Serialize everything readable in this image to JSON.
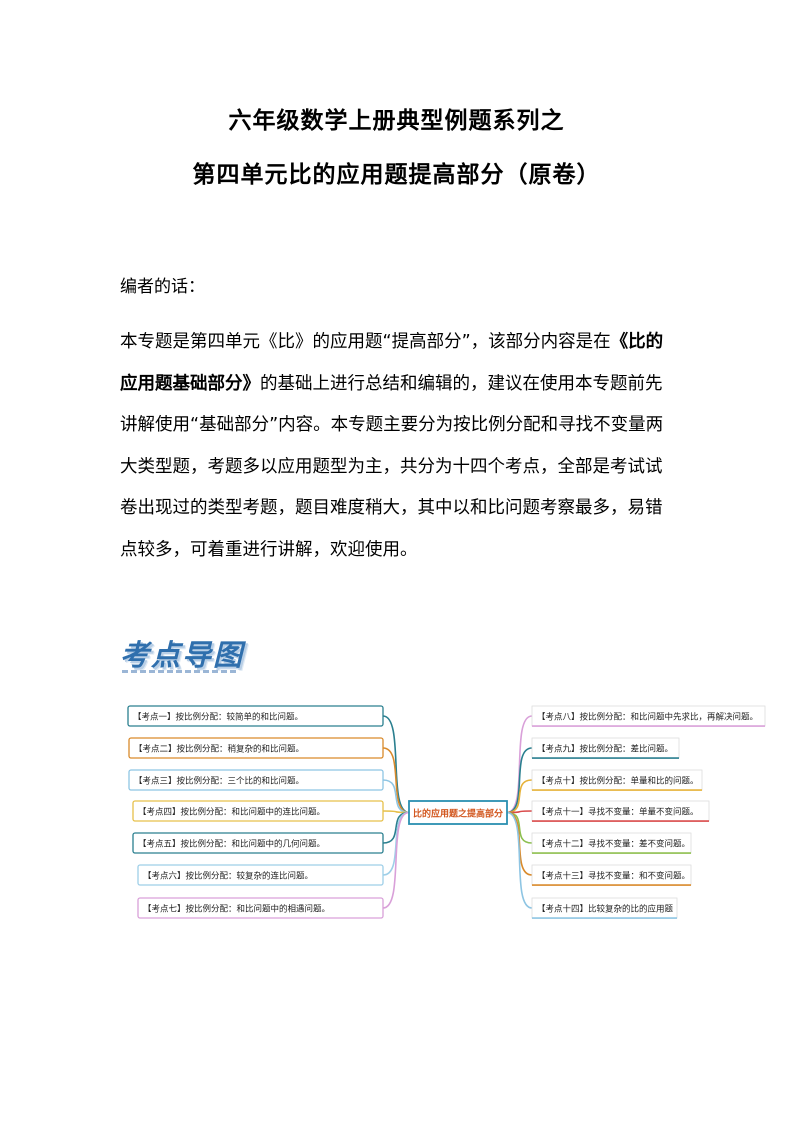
{
  "title_line1": "六年级数学上册典型例题系列之",
  "title_line2": "第四单元比的应用题提高部分（原卷）",
  "preface_label": "编者的话：",
  "preface": {
    "p1": "本专题是第四单元《比》的应用题“提高部分”，该部分内容是在",
    "p2_bold": "《比的应用题基础部分》",
    "p3": "的基础上进行总结和编辑的，建议在使用本专题前先讲解使用“基础部分”内容。本专题主要分为按比例分配和寻找不变量两大类型题，考题多以应用题型为主，共分为十四个考点，全部是考试试卷出现过的类型考题，题目难度稍大，其中以和比问题考察最多，易错点较多，可着重进行讲解，欢迎使用。"
  },
  "mind_map": {
    "heading": "考点导图",
    "center": {
      "label": "比的应用题之提高部分",
      "color": "#2a8fb0"
    },
    "left_nodes": [
      {
        "label": "【考点一】按比例分配：较简单的和比问题。",
        "color": "#2a7f8f"
      },
      {
        "label": "【考点二】按比例分配：稍复杂的和比问题。",
        "color": "#d98a2b"
      },
      {
        "label": "【考点三】按比例分配：三个比的和比问题。",
        "color": "#8ec5e3"
      },
      {
        "label": "【考点四】按比例分配：和比问题中的连比问题。",
        "color": "#e6c04a"
      },
      {
        "label": "【考点五】按比例分配：和比问题中的几何问题。",
        "color": "#2a7f8f"
      },
      {
        "label": "【考点六】按比例分配：较复杂的连比问题。",
        "color": "#9ecfe8"
      },
      {
        "label": "【考点七】按比例分配：和比问题中的相遇问题。",
        "color": "#d9a0d9"
      }
    ],
    "right_nodes": [
      {
        "label": "【考点八】按比例分配：和比问题中先求比，再解决问题。",
        "color": "#d9a0d9"
      },
      {
        "label": "【考点九】按比例分配：差比问题。",
        "color": "#2a7f8f"
      },
      {
        "label": "【考点十】按比例分配：单量和比的问题。",
        "color": "#e6b23a"
      },
      {
        "label": "【考点十一】寻找不变量：单量不变问题。",
        "color": "#d94a4a"
      },
      {
        "label": "【考点十二】寻找不变量：差不变问题。",
        "color": "#8dbf4f"
      },
      {
        "label": "【考点十三】寻找不变量：和不变问题。",
        "color": "#d98a2b"
      },
      {
        "label": "【考点十四】比较复杂的比的应用题",
        "color": "#8ec5e3"
      }
    ]
  }
}
